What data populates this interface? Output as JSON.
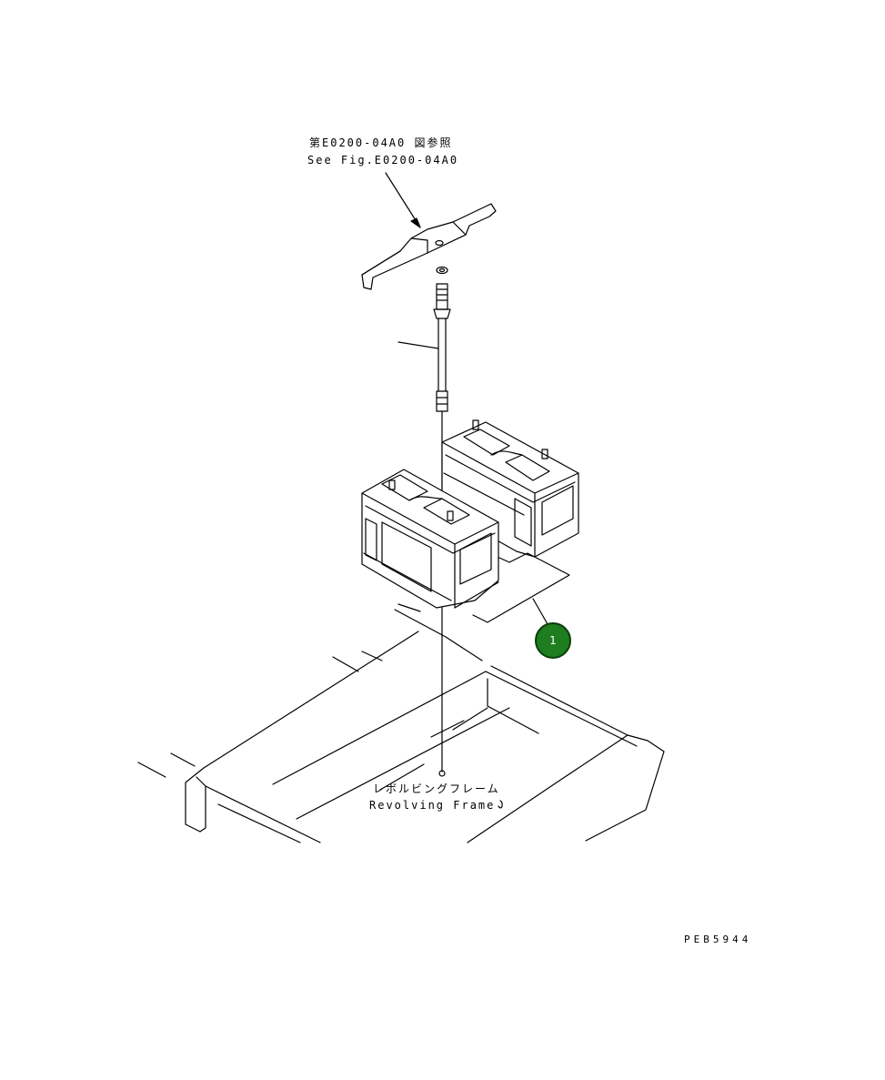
{
  "reference": {
    "jp": "第E0200-04A0 図参照",
    "en": "See Fig.E0200-04A0"
  },
  "frame_label": {
    "jp": "レボルビングフレーム",
    "en": "Revolving Frame"
  },
  "callout_number": "1",
  "figure_code": "PEB5944",
  "colors": {
    "callout_fill": "#1e7d1e",
    "callout_border": "#0b3d0b",
    "line": "#000000"
  }
}
